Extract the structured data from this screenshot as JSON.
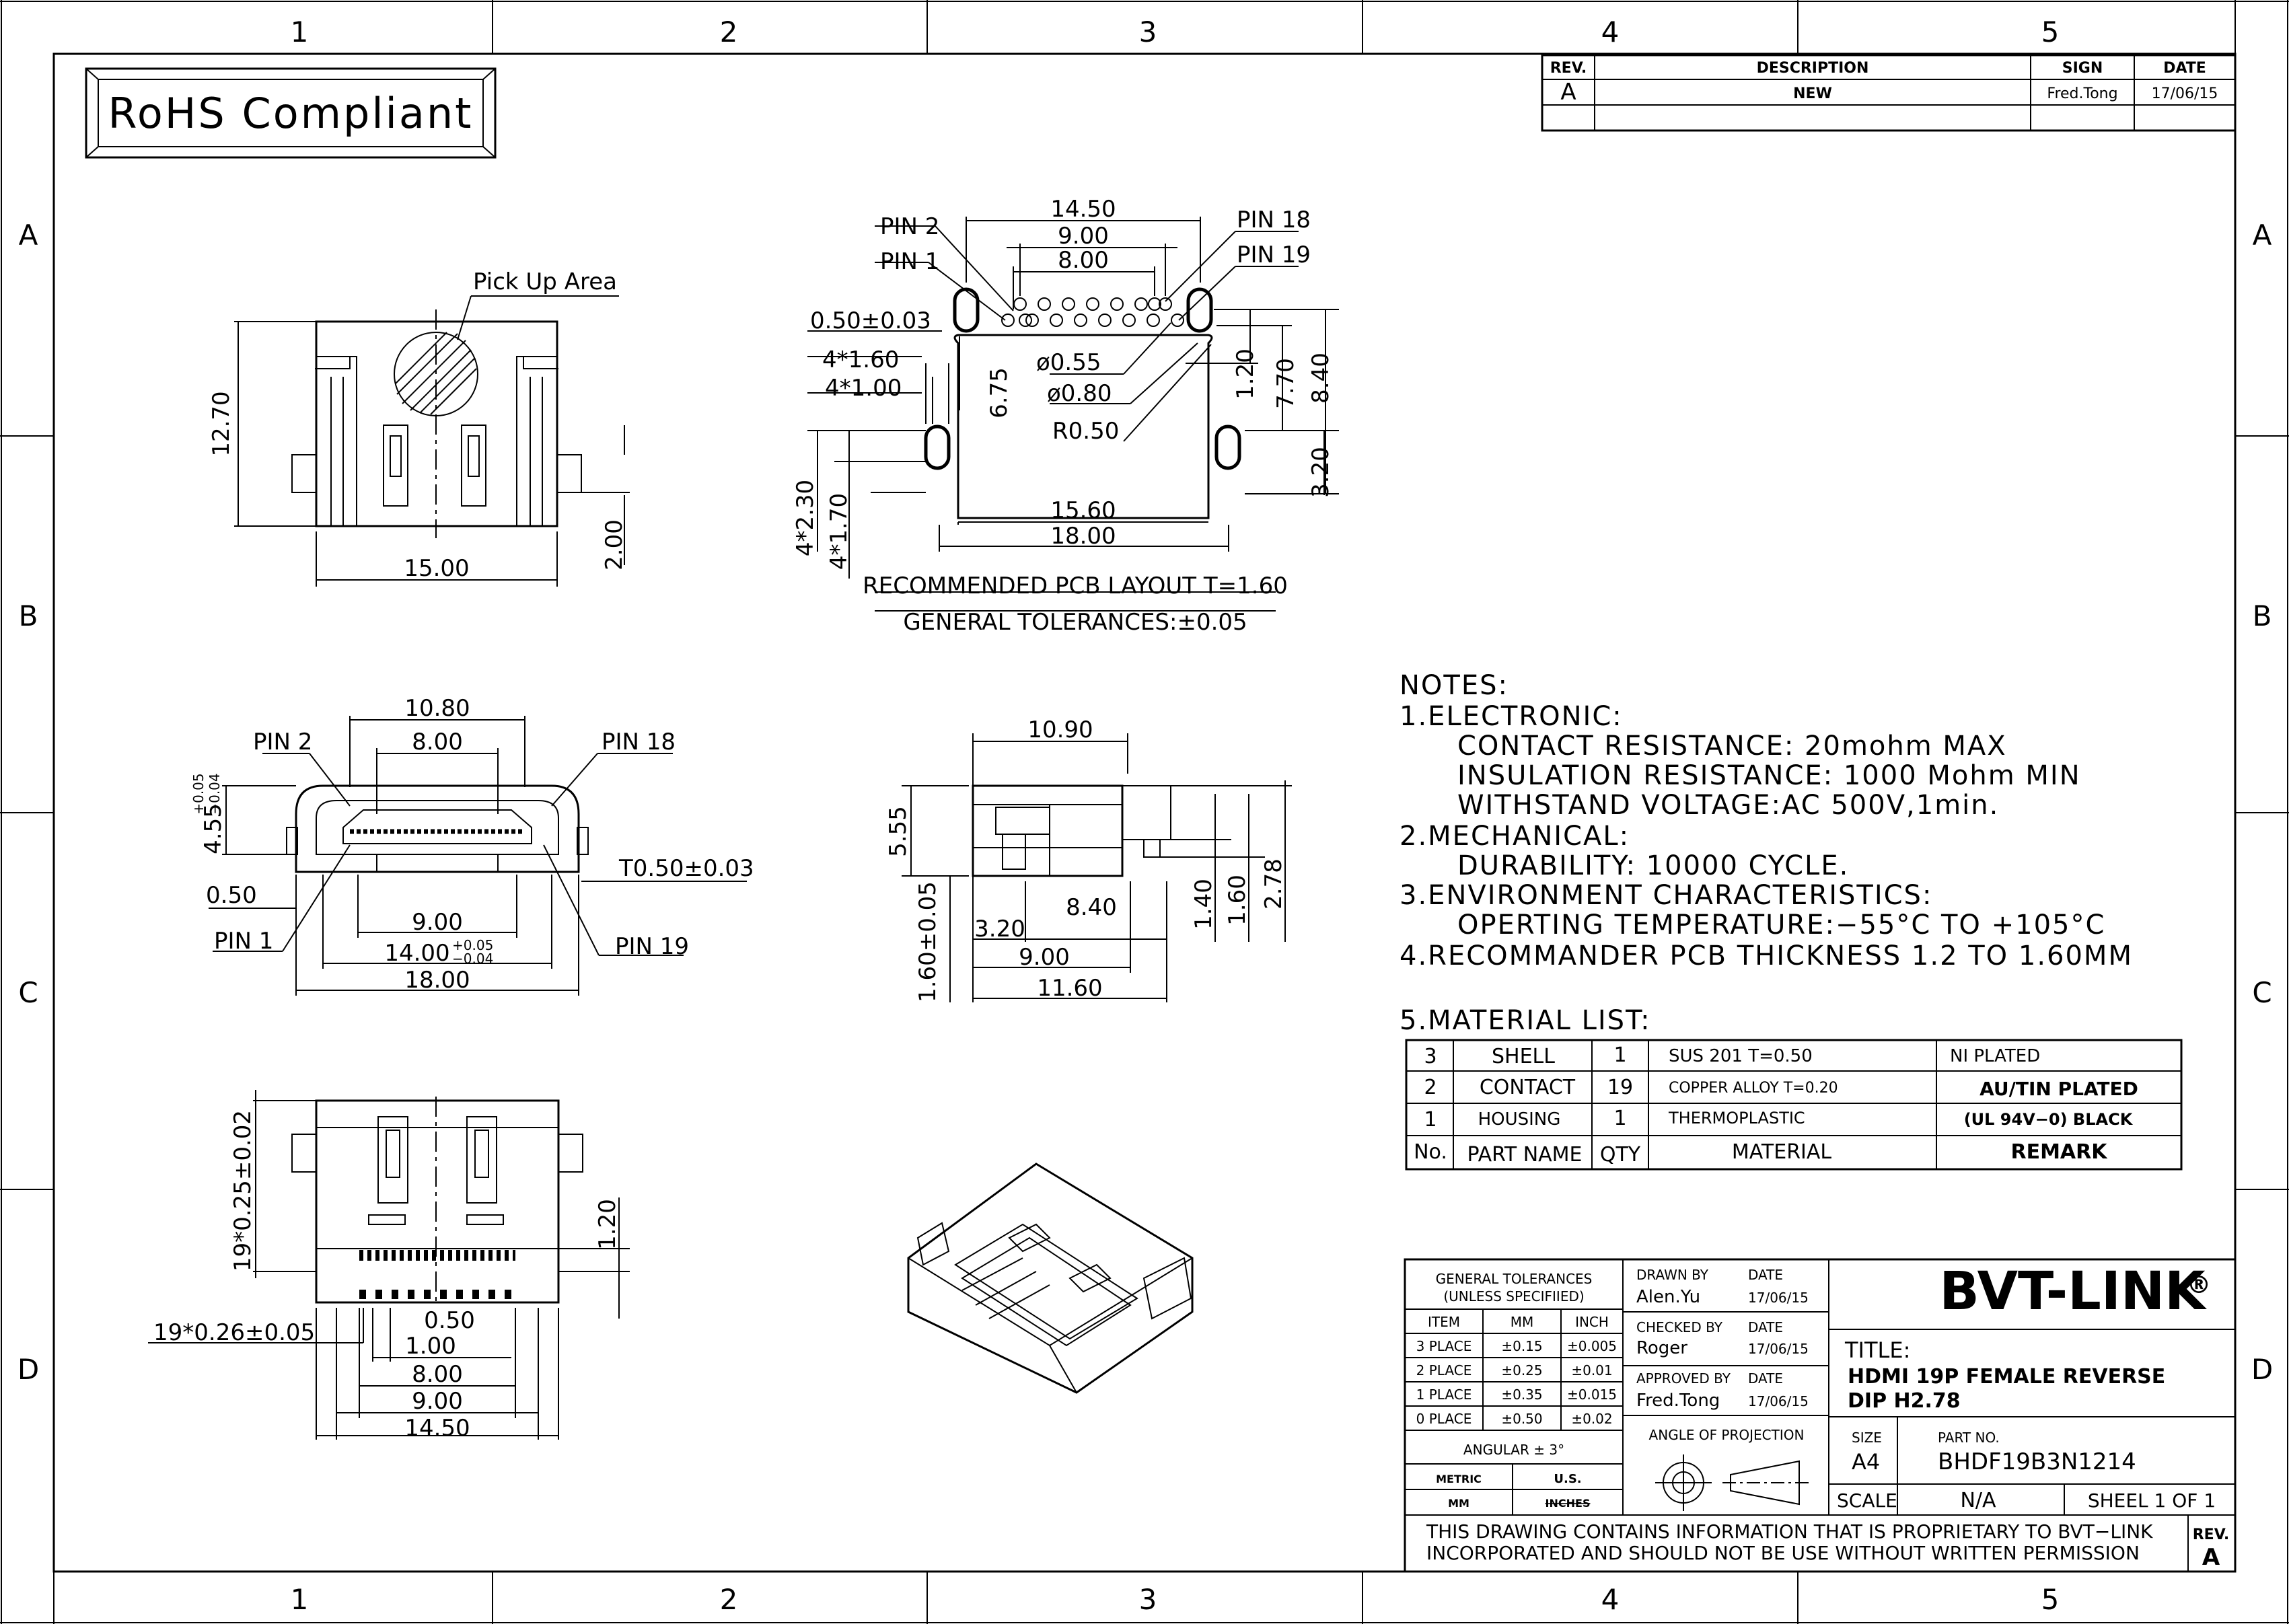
{
  "border": {
    "columns": [
      "1",
      "2",
      "3",
      "4",
      "5"
    ],
    "rows": [
      "A",
      "B",
      "C",
      "D"
    ]
  },
  "stamp": "RoHS Compliant",
  "revision_table": {
    "headers": [
      "REV.",
      "DESCRIPTION",
      "SIGN",
      "DATE"
    ],
    "rows": [
      [
        "A",
        "NEW",
        "Fred.Tong",
        "17/06/15"
      ]
    ]
  },
  "views": {
    "top": {
      "pick_up": "Pick Up Area",
      "height": "12.70",
      "width": "15.00",
      "tab": "2.00"
    },
    "pcb": {
      "d1": "14.50",
      "d2": "9.00",
      "d3": "8.00",
      "pin2": "PIN 2",
      "pin1": "PIN 1",
      "pin18": "PIN 18",
      "pin19": "PIN 19",
      "pitch": "0.50±0.03",
      "slot_w": "4*1.60",
      "slot_w2": "4*1.00",
      "h675": "6.75",
      "hole1": "ø0.55",
      "hole2": "ø0.80",
      "radius": "R0.50",
      "v120": "1.20",
      "v770": "7.70",
      "v840": "8.40",
      "v320": "3.20",
      "v230": "4*2.30",
      "v170": "4*1.70",
      "w1560": "15.60",
      "w1800": "18.00",
      "caption1": "RECOMMENDED PCB LAYOUT T=1.60",
      "caption2": "GENERAL TOLERANCES:±0.05"
    },
    "front": {
      "w1080": "10.80",
      "w800": "8.00",
      "pin2": "PIN 2",
      "pin18": "PIN 18",
      "h455": "4.55",
      "h455tol_top": "+0.05",
      "h455tol_bot": "−0.04",
      "v050": "0.50",
      "t050": "T0.50±0.03",
      "w900": "9.00",
      "w1400": "14.00",
      "w1400tol_top": "+0.05",
      "w1400tol_bot": "−0.04",
      "w1800": "18.00",
      "pin1": "PIN 1",
      "pin19": "PIN 19"
    },
    "side": {
      "w1090": "10.90",
      "h555": "5.55",
      "h160": "1.60±0.05",
      "w320": "3.20",
      "w840": "8.40",
      "w900": "9.00",
      "w1160": "11.60",
      "v140": "1.40",
      "v160": "1.60",
      "v278": "2.78"
    },
    "bottom": {
      "v1": "19*0.25±0.02",
      "v120": "1.20",
      "h1": "19*0.26±0.05",
      "w050": "0.50",
      "w100": "1.00",
      "w800": "8.00",
      "w900": "9.00",
      "w1450": "14.50"
    }
  },
  "notes": {
    "title": "NOTES:",
    "lines": [
      "1.ELECTRONIC:",
      "CONTACT RESISTANCE: 20mohm MAX",
      "INSULATION RESISTANCE: 1000 Mohm MIN",
      "WITHSTAND VOLTAGE:AC 500V,1min.",
      "2.MECHANICAL:",
      "DURABILITY: 10000 CYCLE.",
      "3.ENVIRONMENT CHARACTERISTICS:",
      "OPERTING TEMPERATURE:−55°C TO +105°C",
      "4.RECOMMANDER PCB THICKNESS 1.2 TO 1.60MM"
    ],
    "material_title": "5.MATERIAL LIST:"
  },
  "material_list": {
    "rows": [
      [
        "3",
        "SHELL",
        "1",
        "SUS 201  T=0.50",
        "NI PLATED"
      ],
      [
        "2",
        "CONTACT",
        "19",
        "COPPER ALLOY T=0.20",
        "AU/TIN PLATED"
      ],
      [
        "1",
        "HOUSING",
        "1",
        "THERMOPLASTIC",
        "(UL 94V−0) BLACK"
      ]
    ],
    "headers": [
      "No.",
      "PART NAME",
      "QTY",
      "MATERIAL",
      "REMARK"
    ]
  },
  "title_block": {
    "gt1": "GENERAL TOLERANCES",
    "gt2": "(UNLESS SPECIFIIED)",
    "tol_headers": [
      "ITEM",
      "MM",
      "INCH"
    ],
    "tol_rows": [
      [
        "3 PLACE",
        "±0.15",
        "±0.005"
      ],
      [
        "2 PLACE",
        "±0.25",
        "±0.01"
      ],
      [
        "1 PLACE",
        "±0.35",
        "±0.015"
      ],
      [
        "0 PLACE",
        "±0.50",
        "±0.02"
      ]
    ],
    "angular": "ANGULAR ± 3°",
    "metric": "METRIC",
    "us": "U.S.",
    "mm": "MM",
    "inches": "INCHES",
    "drawn_by_label": "DRAWN BY",
    "drawn_by": "Alen.Yu",
    "checked_by_label": "CHECKED BY",
    "checked_by": "Roger",
    "approved_by_label": "APPROVED BY",
    "approved_by": "Fred.Tong",
    "date_label": "DATE",
    "date": "17/06/15",
    "projection": "ANGLE OF PROJECTION",
    "company": "BVT-LINK",
    "company_mark": "®",
    "title_label": "TITLE:",
    "title_line1": "HDMI 19P FEMALE REVERSE",
    "title_line2": "DIP H2.78",
    "size_label": "SIZE",
    "size": "A4",
    "part_no_label": "PART NO.",
    "part_no": "BHDF19B3N1214",
    "scale_label": "SCALE",
    "scale": "N/A",
    "sheet": "SHEEL 1 OF 1",
    "notice1": "THIS DRAWING CONTAINS INFORMATION THAT IS PROPRIETARY TO BVT−LINK",
    "notice2": "INCORPORATED AND SHOULD NOT BE USE WITHOUT WRITTEN PERMISSION",
    "rev_label": "REV.",
    "rev": "A"
  }
}
